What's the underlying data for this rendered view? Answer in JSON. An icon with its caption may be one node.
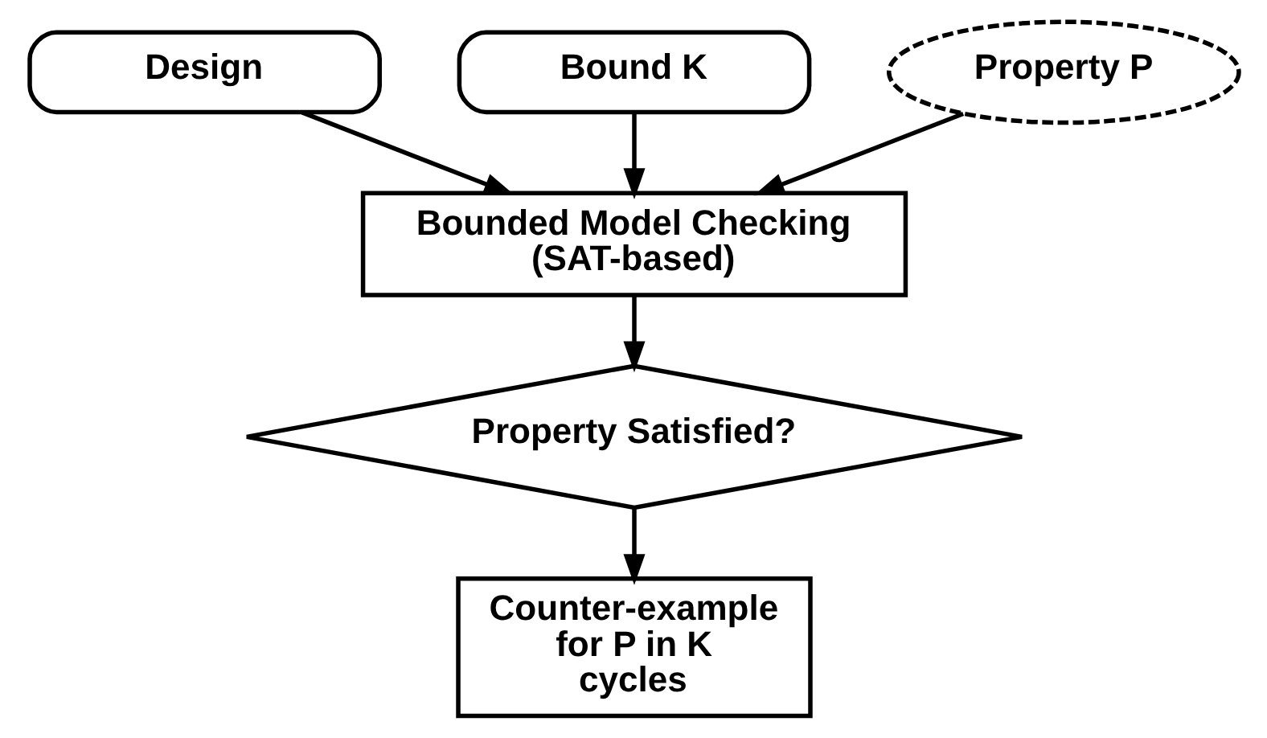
{
  "diagram": {
    "nodes": [
      {
        "text": [
          "Design"
        ]
      },
      {
        "text": [
          "Bound K"
        ]
      },
      {
        "text": [
          "Property P"
        ]
      },
      {
        "text": [
          "Bounded Model Checking (SAT-based)"
        ]
      },
      {
        "text": [
          "Property Satisfied?"
        ]
      },
      {
        "text": [
          "Counter-example for P in K cycles"
        ]
      }
    ],
    "edges": [
      {
        "from": 0,
        "to": 3,
        "arrow": "to"
      },
      {
        "from": 1,
        "to": 3,
        "arrow": "to"
      },
      {
        "from": 2,
        "to": 3,
        "arrow": "to"
      },
      {
        "from": 3,
        "to": 4,
        "arrow": "to"
      },
      {
        "from": 4,
        "to": 5,
        "arrow": "to"
      }
    ]
  }
}
